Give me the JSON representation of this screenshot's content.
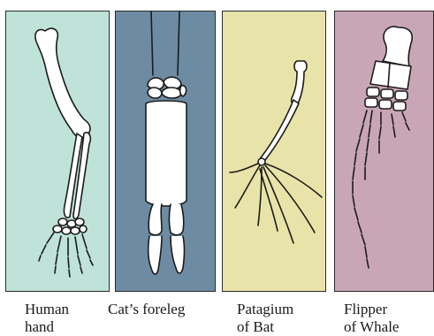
{
  "colors": {
    "human_panel": "#bfe3d9",
    "cat_panel": "#6d8ca3",
    "bat_panel": "#e8e4a9",
    "whale_panel": "#c9a6b6",
    "outline": "#1b1b1b",
    "bone_fill": "#ffffff"
  },
  "captions": {
    "human": {
      "line1": "Human",
      "line2": "hand"
    },
    "cat": {
      "line1": "Cat’s foreleg",
      "line2": ""
    },
    "bat": {
      "line1": "Patagium",
      "line2": "of Bat"
    },
    "whale": {
      "line1": "Flipper",
      "line2": "of Whale"
    }
  }
}
